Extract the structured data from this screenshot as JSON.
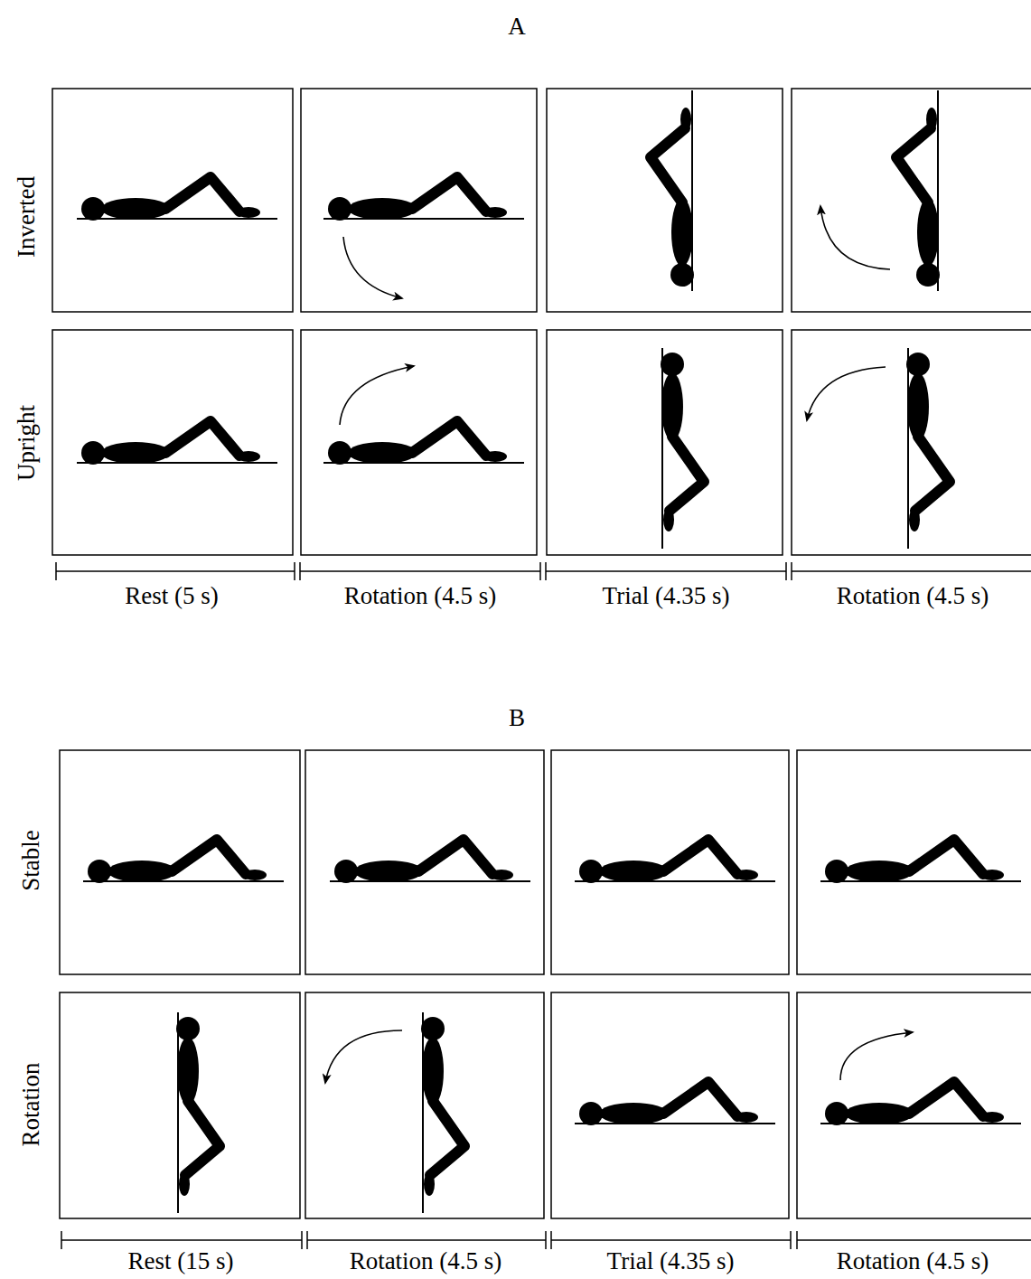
{
  "diagram": {
    "labels": [
      "A",
      "Inverted",
      "Upright",
      "Rest (5 s)",
      "Rotation (4.5 s)",
      "Trial (4.35 s)",
      "Rotation (4.5 s)",
      "B",
      "Stable",
      "Rotation",
      "Rest (15 s)",
      "Rotation (4.5 s)",
      "Trial (4.35 s)",
      "Rotation (4.5 s)"
    ]
  }
}
